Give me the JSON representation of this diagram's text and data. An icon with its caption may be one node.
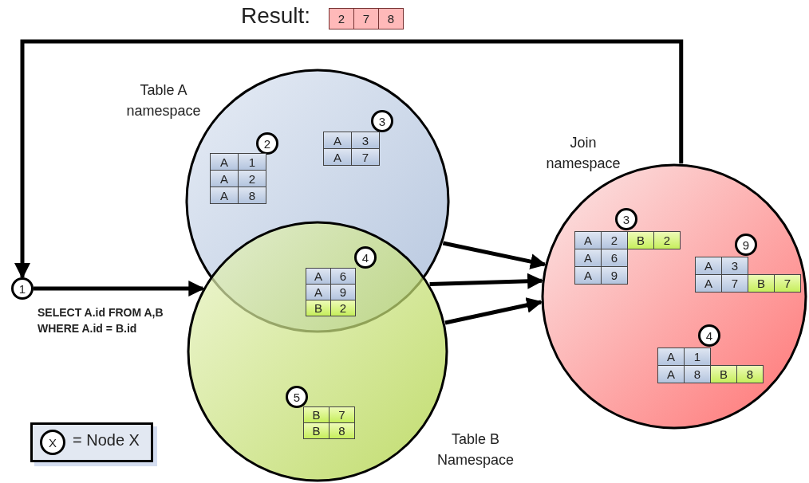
{
  "diagram": {
    "nodes": [
      {
        "text": [
          "Table A namespace"
        ]
      },
      {
        "text": [
          "2"
        ],
        "in": 0
      },
      {
        "text": [
          "A",
          "1",
          "A",
          "2",
          "A",
          "8"
        ],
        "in": 0
      },
      {
        "text": [
          "3"
        ],
        "in": 0
      },
      {
        "text": [
          "A",
          "3",
          "A",
          "7"
        ],
        "in": 0
      },
      {
        "text": [
          "Join namespace"
        ]
      },
      {
        "text": [
          "3"
        ],
        "in": 5
      },
      {
        "text": [
          "A",
          "2",
          "B",
          "2",
          "A",
          "6",
          "A",
          "9"
        ],
        "in": 5
      },
      {
        "text": [
          "9"
        ],
        "in": 5
      },
      {
        "text": [
          "A",
          "3",
          "A",
          "7",
          "B",
          "7"
        ],
        "in": 5
      },
      {
        "text": [
          "1"
        ],
        "beside": [
          "SELECT A.id FROM A,B WHERE A.id = B.id"
        ]
      },
      {
        "text": [
          "4"
        ]
      },
      {
        "text": [
          "A",
          "6",
          "A",
          "9",
          "B",
          "2"
        ]
      },
      {
        "text": [
          "4"
        ],
        "in": 5
      },
      {
        "text": [
          "A",
          "1",
          "A",
          "8",
          "B",
          "8"
        ],
        "in": 5
      },
      {
        "text": [
          "Table B Namespace"
        ]
      },
      {
        "text": [
          "5"
        ],
        "in": 15
      },
      {
        "text": [
          "B",
          "7",
          "B",
          "8"
        ],
        "in": 15
      }
    ],
    "edges": [
      {
        "from": 5,
        "to": 10,
        "arrow": "to"
      },
      {
        "from": 10,
        "to": 15,
        "arrow": "to"
      },
      {
        "from": 0,
        "to": 5,
        "arrow": "to"
      },
      {
        "from": 15,
        "to": 5,
        "arrow": "to"
      },
      {
        "from": 15,
        "to": 5,
        "arrow": "to"
      }
    ],
    "labels": [
      "Result:",
      "2",
      "7",
      "8",
      "X"
    ],
    "legend": [
      {
        "text": "= Node X"
      }
    ]
  }
}
